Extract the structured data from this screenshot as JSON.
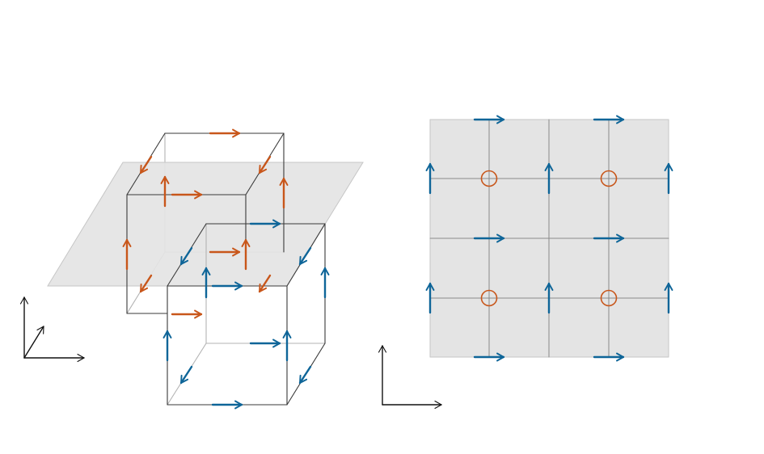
{
  "colors": {
    "orange": "#c8561a",
    "blue": "#0e6598",
    "plane": "#e4e4e4",
    "plane_edge": "#c6c6c6",
    "cube_front": "#3a3a3a",
    "cube_back": "#b3b3b3",
    "grid_line": "#8a8a8a",
    "axis": "#111111"
  },
  "left_panel": {
    "plane": {
      "name": "slice-plane"
    },
    "cubes": [
      {
        "name": "upper-cube",
        "spin_color": "orange"
      },
      {
        "name": "lower-cube",
        "spin_color": "blue"
      }
    ],
    "axes": {
      "name": "3d-axes-icon"
    }
  },
  "right_panel": {
    "grid": {
      "name": "square-lattice",
      "rows": 2,
      "cols": 2
    },
    "vertex_marker": {
      "name": "vertex-circle-marker",
      "count": 4
    },
    "spin_arrows": {
      "horizontal": "right",
      "vertical": "up",
      "count": 12
    },
    "axes": {
      "name": "2d-axes-icon"
    }
  }
}
